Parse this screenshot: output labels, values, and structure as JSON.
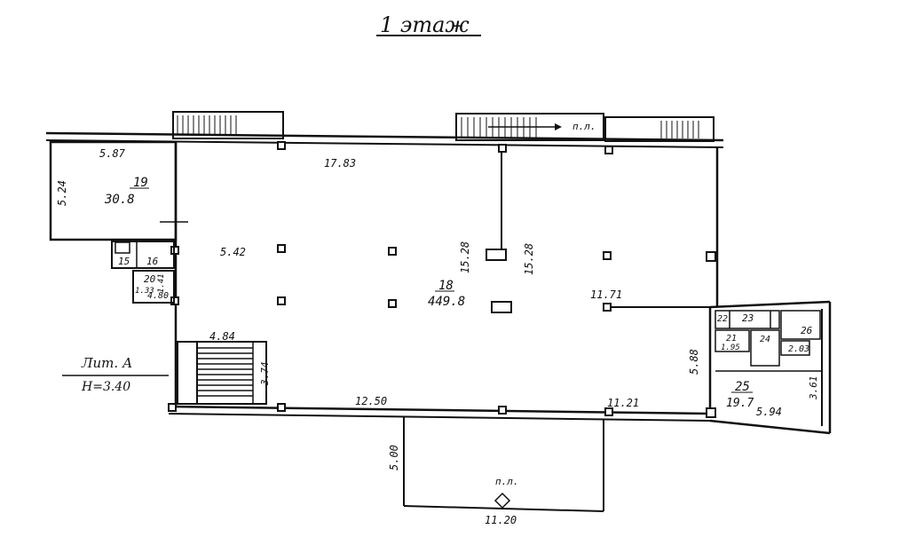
{
  "title": "1 этаж",
  "lit": "Лит. А",
  "height": "Н=3.40",
  "rooms": {
    "r19_num": "19",
    "r19_area": "30.8",
    "r18_num": "18",
    "r18_area": "449.8",
    "r25_num": "25",
    "r25_area": "19.7",
    "r15": "15",
    "r16": "16",
    "r20": "20",
    "r20_dim": "4.80",
    "r22": "22",
    "r23": "23",
    "r24": "24",
    "r26": "26",
    "r21": "21",
    "r21_dim": "1.95"
  },
  "dims": {
    "d_587": "5.87",
    "d_524": "5.24",
    "d_1783": "17.83",
    "d_542": "5.42",
    "d_1528a": "15.28",
    "d_1528b": "15.28",
    "d_1171": "11.71",
    "d_484": "4.84",
    "d_374": "3.74",
    "d_1250": "12.50",
    "d_1121": "11.21",
    "d_588": "5.88",
    "d_594": "5.94",
    "d_361": "3.61",
    "d_203": "2.03",
    "d_500": "5.00",
    "d_1120": "11.20",
    "d_141": "1.41",
    "d_133": "1.33"
  },
  "labels": {
    "pl_top": "п.л.",
    "pl_bottom": "п.л."
  }
}
